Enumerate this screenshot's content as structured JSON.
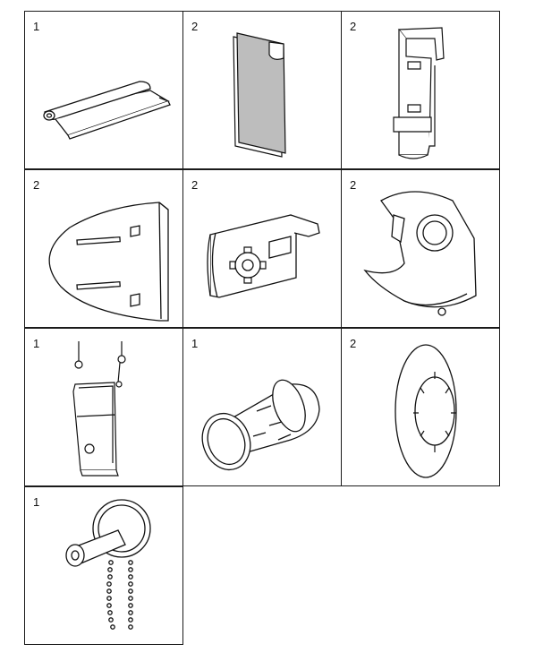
{
  "parts": [
    {
      "qty": "1",
      "icon": "fabric-roll-icon"
    },
    {
      "qty": "2",
      "icon": "adhesive-tape-sheet-icon"
    },
    {
      "qty": "2",
      "icon": "mounting-clip-icon"
    },
    {
      "qty": "2",
      "icon": "end-cap-cover-icon"
    },
    {
      "qty": "2",
      "icon": "gear-bracket-icon"
    },
    {
      "qty": "2",
      "icon": "bracket-holder-icon"
    },
    {
      "qty": "1",
      "icon": "chain-weight-clip-icon"
    },
    {
      "qty": "1",
      "icon": "tube-plug-icon"
    },
    {
      "qty": "2",
      "icon": "washer-disc-icon"
    },
    {
      "qty": "1",
      "icon": "chain-control-mechanism-icon"
    }
  ]
}
